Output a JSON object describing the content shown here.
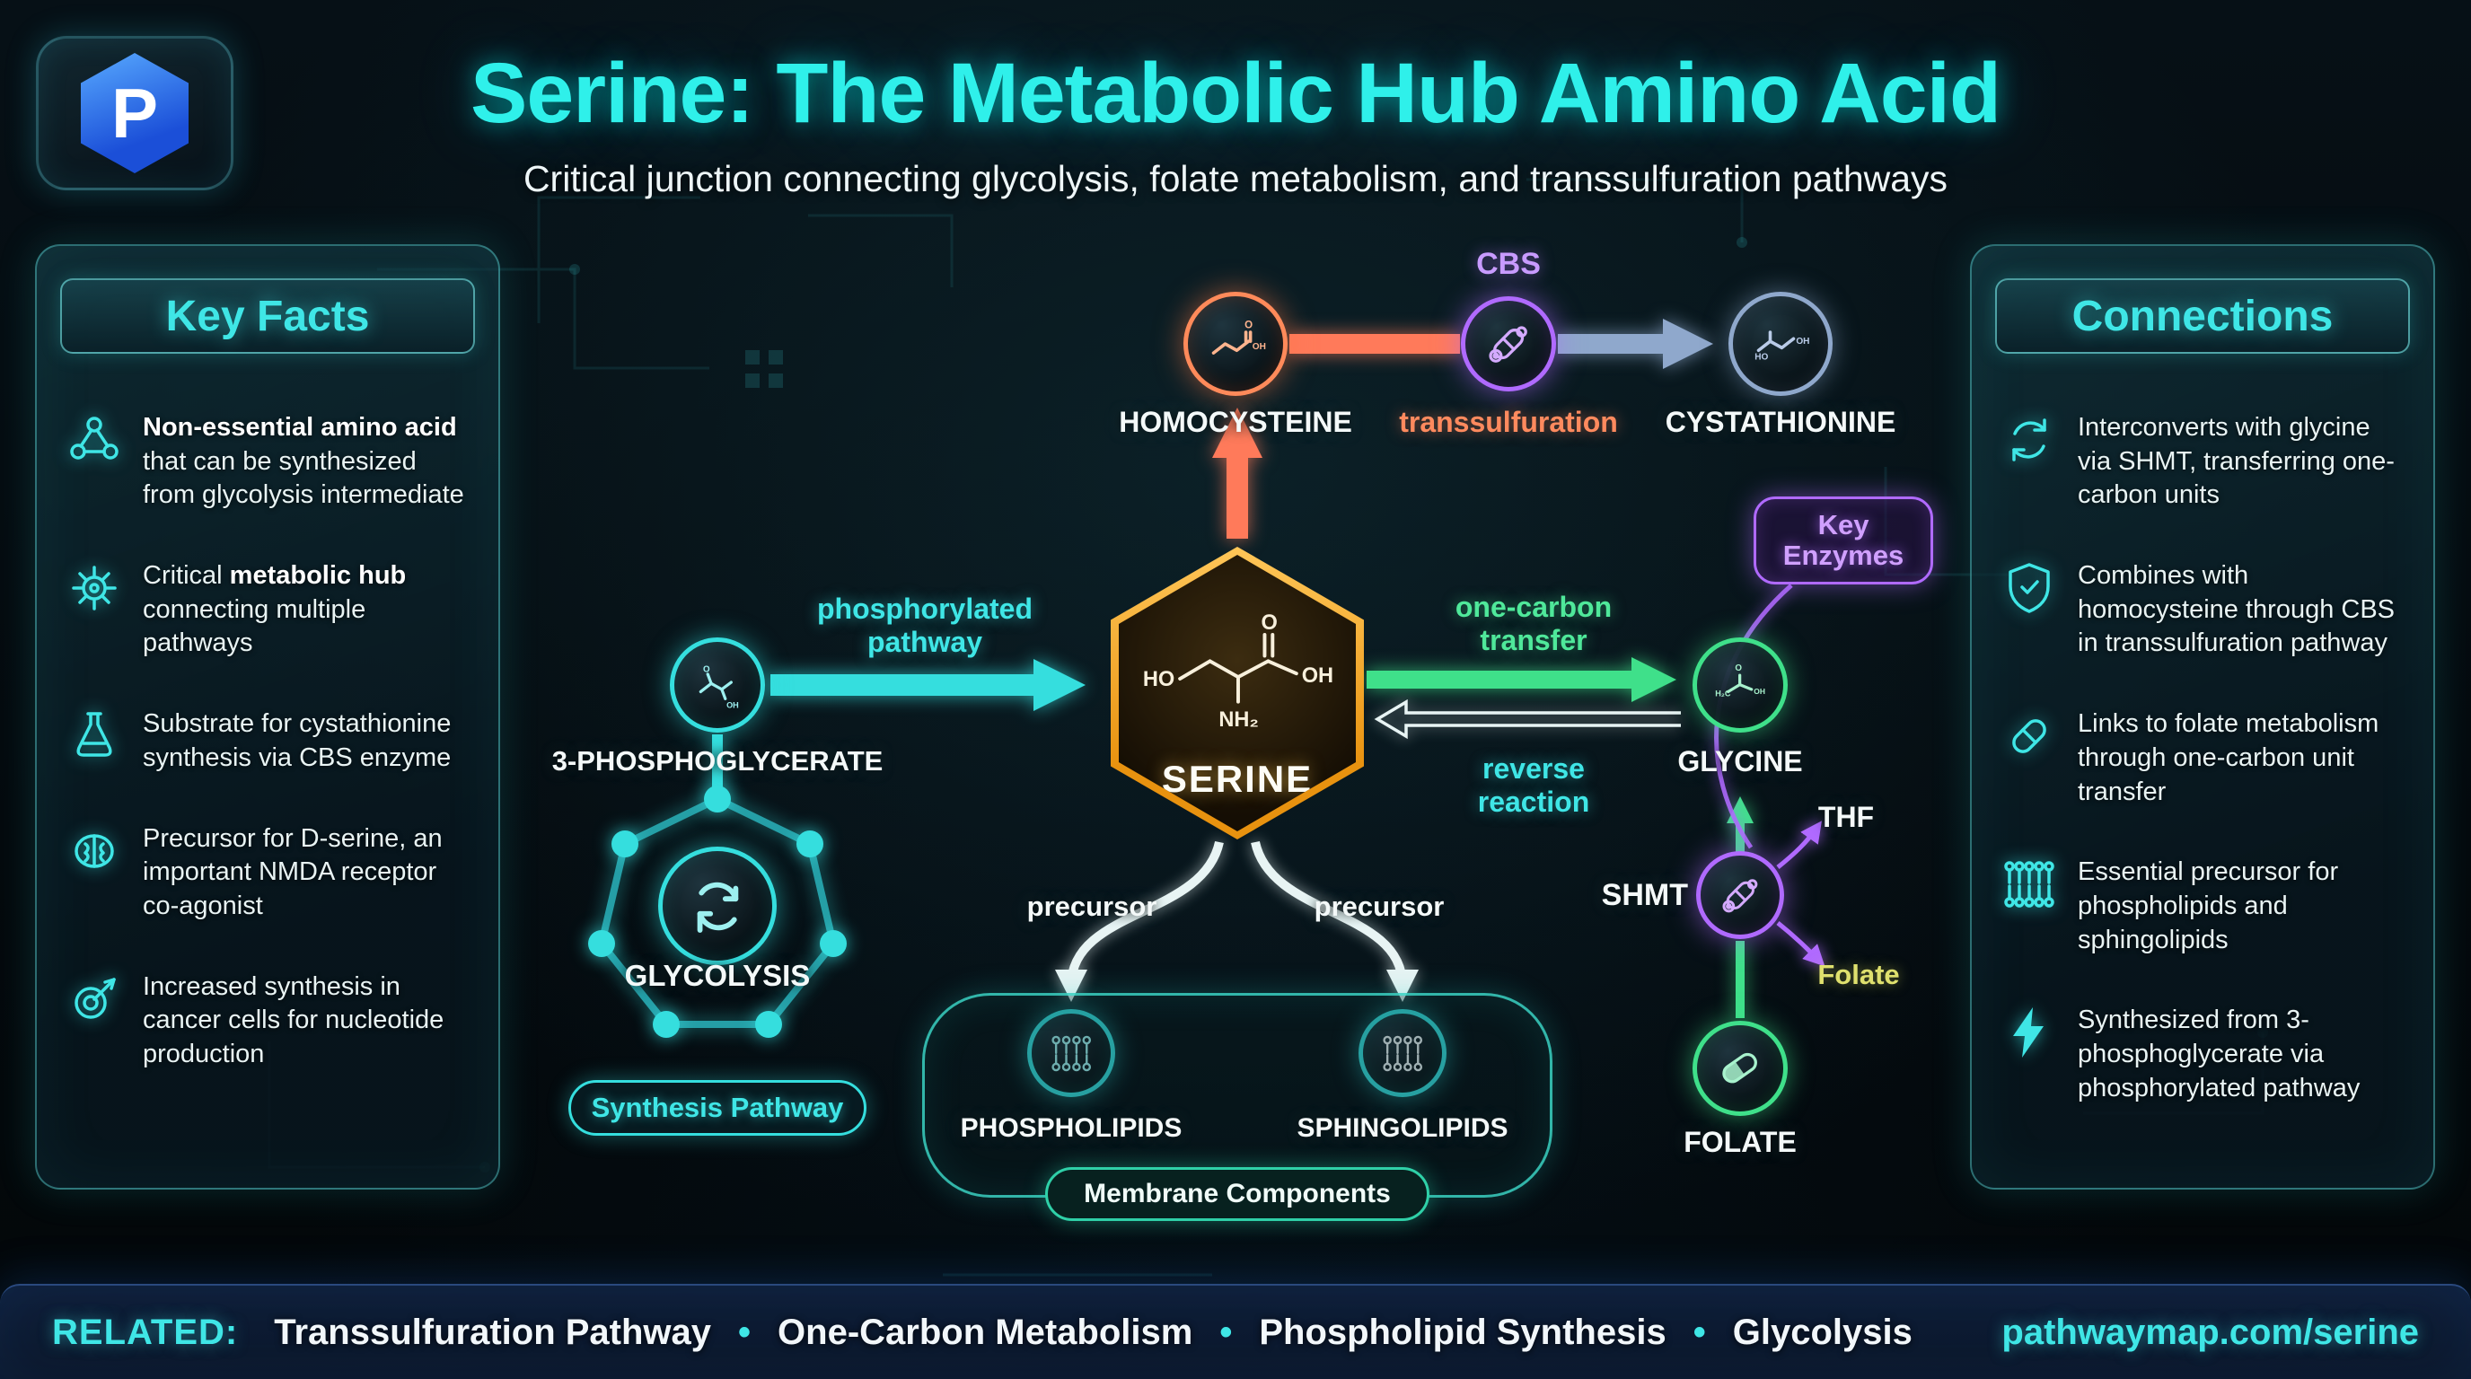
{
  "colors": {
    "cyan": "#3fe6e6",
    "orange": "#f0a028",
    "orange_red": "#ff7a5a",
    "purple": "#b06aff",
    "green": "#3fe08a",
    "steel": "#8fa8cc",
    "yellow": "#dfe06e",
    "background": "#04090d"
  },
  "header": {
    "logo_letter": "P",
    "title": "Serine: The Metabolic Hub Amino Acid",
    "subtitle": "Critical junction connecting glycolysis, folate metabolism, and transsulfuration pathways"
  },
  "key_facts": {
    "heading": "Key Facts",
    "items": [
      {
        "icon": "molecule-icon",
        "pre": "",
        "bold": "Non-essential amino acid",
        "rest": " that can be synthesized from glycolysis intermediate"
      },
      {
        "icon": "gear-icon",
        "pre": "Critical ",
        "bold": "metabolic hub",
        "rest": " connecting multiple pathways"
      },
      {
        "icon": "flask-icon",
        "pre": "",
        "bold": "",
        "rest": "Substrate for cystathionine synthesis via CBS enzyme"
      },
      {
        "icon": "brain-icon",
        "pre": "",
        "bold": "",
        "rest": "Precursor for D-serine, an important NMDA receptor co-agonist"
      },
      {
        "icon": "target-icon",
        "pre": "",
        "bold": "",
        "rest": "Increased synthesis in cancer cells for nucleotide production"
      }
    ]
  },
  "connections_panel": {
    "heading": "Connections",
    "items": [
      {
        "icon": "cycle-icon",
        "text": "Interconverts with glycine via SHMT, transferring one-carbon units"
      },
      {
        "icon": "shield-icon",
        "text": "Combines with homocysteine through CBS in transsulfuration pathway"
      },
      {
        "icon": "pill-icon",
        "text": "Links to folate metabolism through one-carbon unit transfer"
      },
      {
        "icon": "membrane-icon",
        "text": "Essential precursor for phospholipids and sphingolipids"
      },
      {
        "icon": "lightning-icon",
        "text": "Synthesized from 3-phosphoglycerate via phosphorylated pathway"
      }
    ]
  },
  "diagram": {
    "homocysteine": "HOMOCYSTEINE",
    "cbs": "CBS",
    "transsulfuration": "transsulfuration",
    "cystathionine": "CYSTATHIONINE",
    "serine": "SERINE",
    "p3g": "3-PHOSPHOGLYCERATE",
    "phosphorylated_pathway_1": "phosphorylated",
    "phosphorylated_pathway_2": "pathway",
    "glycolysis": "GLYCOLYSIS",
    "synthesis_pathway": "Synthesis Pathway",
    "one_carbon_1": "one-carbon",
    "one_carbon_2": "transfer",
    "reverse_1": "reverse",
    "reverse_2": "reaction",
    "glycine": "GLYCINE",
    "key_enzymes_1": "Key",
    "key_enzymes_2": "Enzymes",
    "shmt": "SHMT",
    "thf": "THF",
    "folate_small": "Folate",
    "folate": "FOLATE",
    "precursor_left": "precursor",
    "precursor_right": "precursor",
    "phospholipids": "PHOSPHOLIPIDS",
    "sphingolipids": "SPHINGOLIPIDS",
    "membrane_components": "Membrane Components",
    "structure_labels": {
      "ho": "HO",
      "o": "O",
      "oh": "OH",
      "nh2": "NH₂",
      "h2c": "H₂C"
    }
  },
  "footer": {
    "related": "RELATED:",
    "links": [
      "Transsulfuration Pathway",
      "One-Carbon Metabolism",
      "Phospholipid Synthesis",
      "Glycolysis"
    ],
    "bullet": "•",
    "url": "pathwaymap.com/serine"
  }
}
